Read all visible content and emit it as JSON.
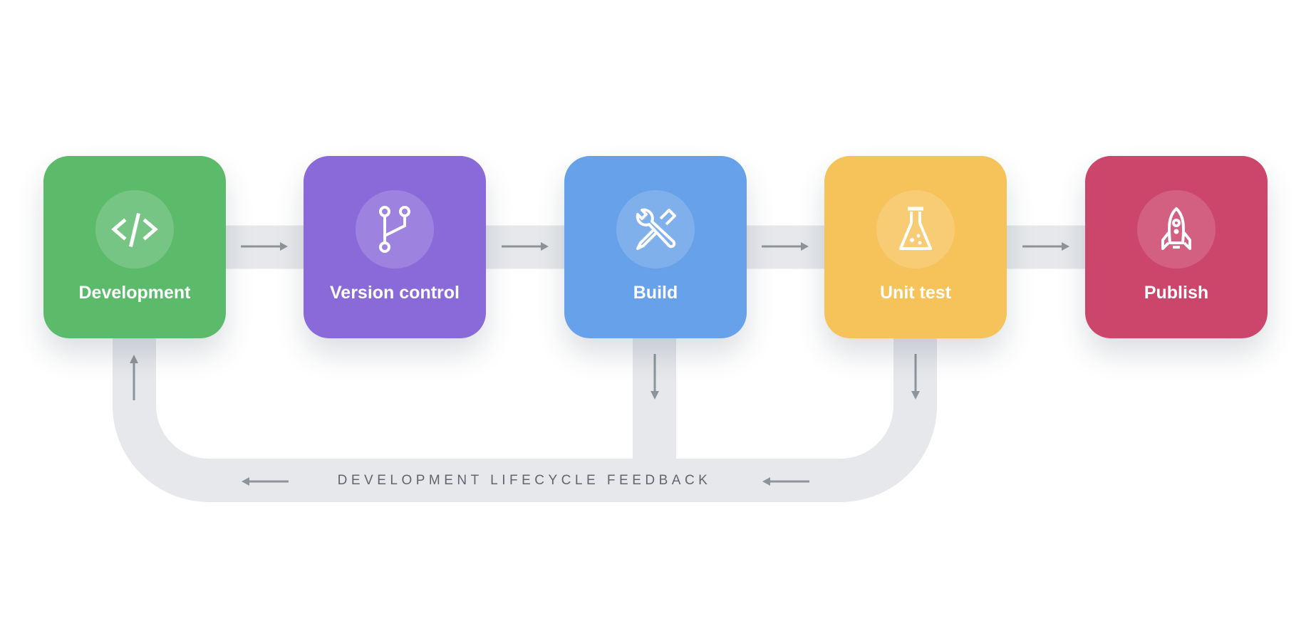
{
  "stages": [
    {
      "label": "Development",
      "icon": "code-icon",
      "color": "#5cba6b"
    },
    {
      "label": "Version control",
      "icon": "git-branch-icon",
      "color": "#8a6ad9"
    },
    {
      "label": "Build",
      "icon": "tools-icon",
      "color": "#66a1e9"
    },
    {
      "label": "Unit test",
      "icon": "flask-icon",
      "color": "#f6c25a"
    },
    {
      "label": "Publish",
      "icon": "rocket-icon",
      "color": "#cc466c"
    }
  ],
  "feedback_label": "DEVELOPMENT LIFECYCLE FEEDBACK",
  "colors": {
    "band": "#e6e8eb",
    "arrow": "#8d949c"
  }
}
